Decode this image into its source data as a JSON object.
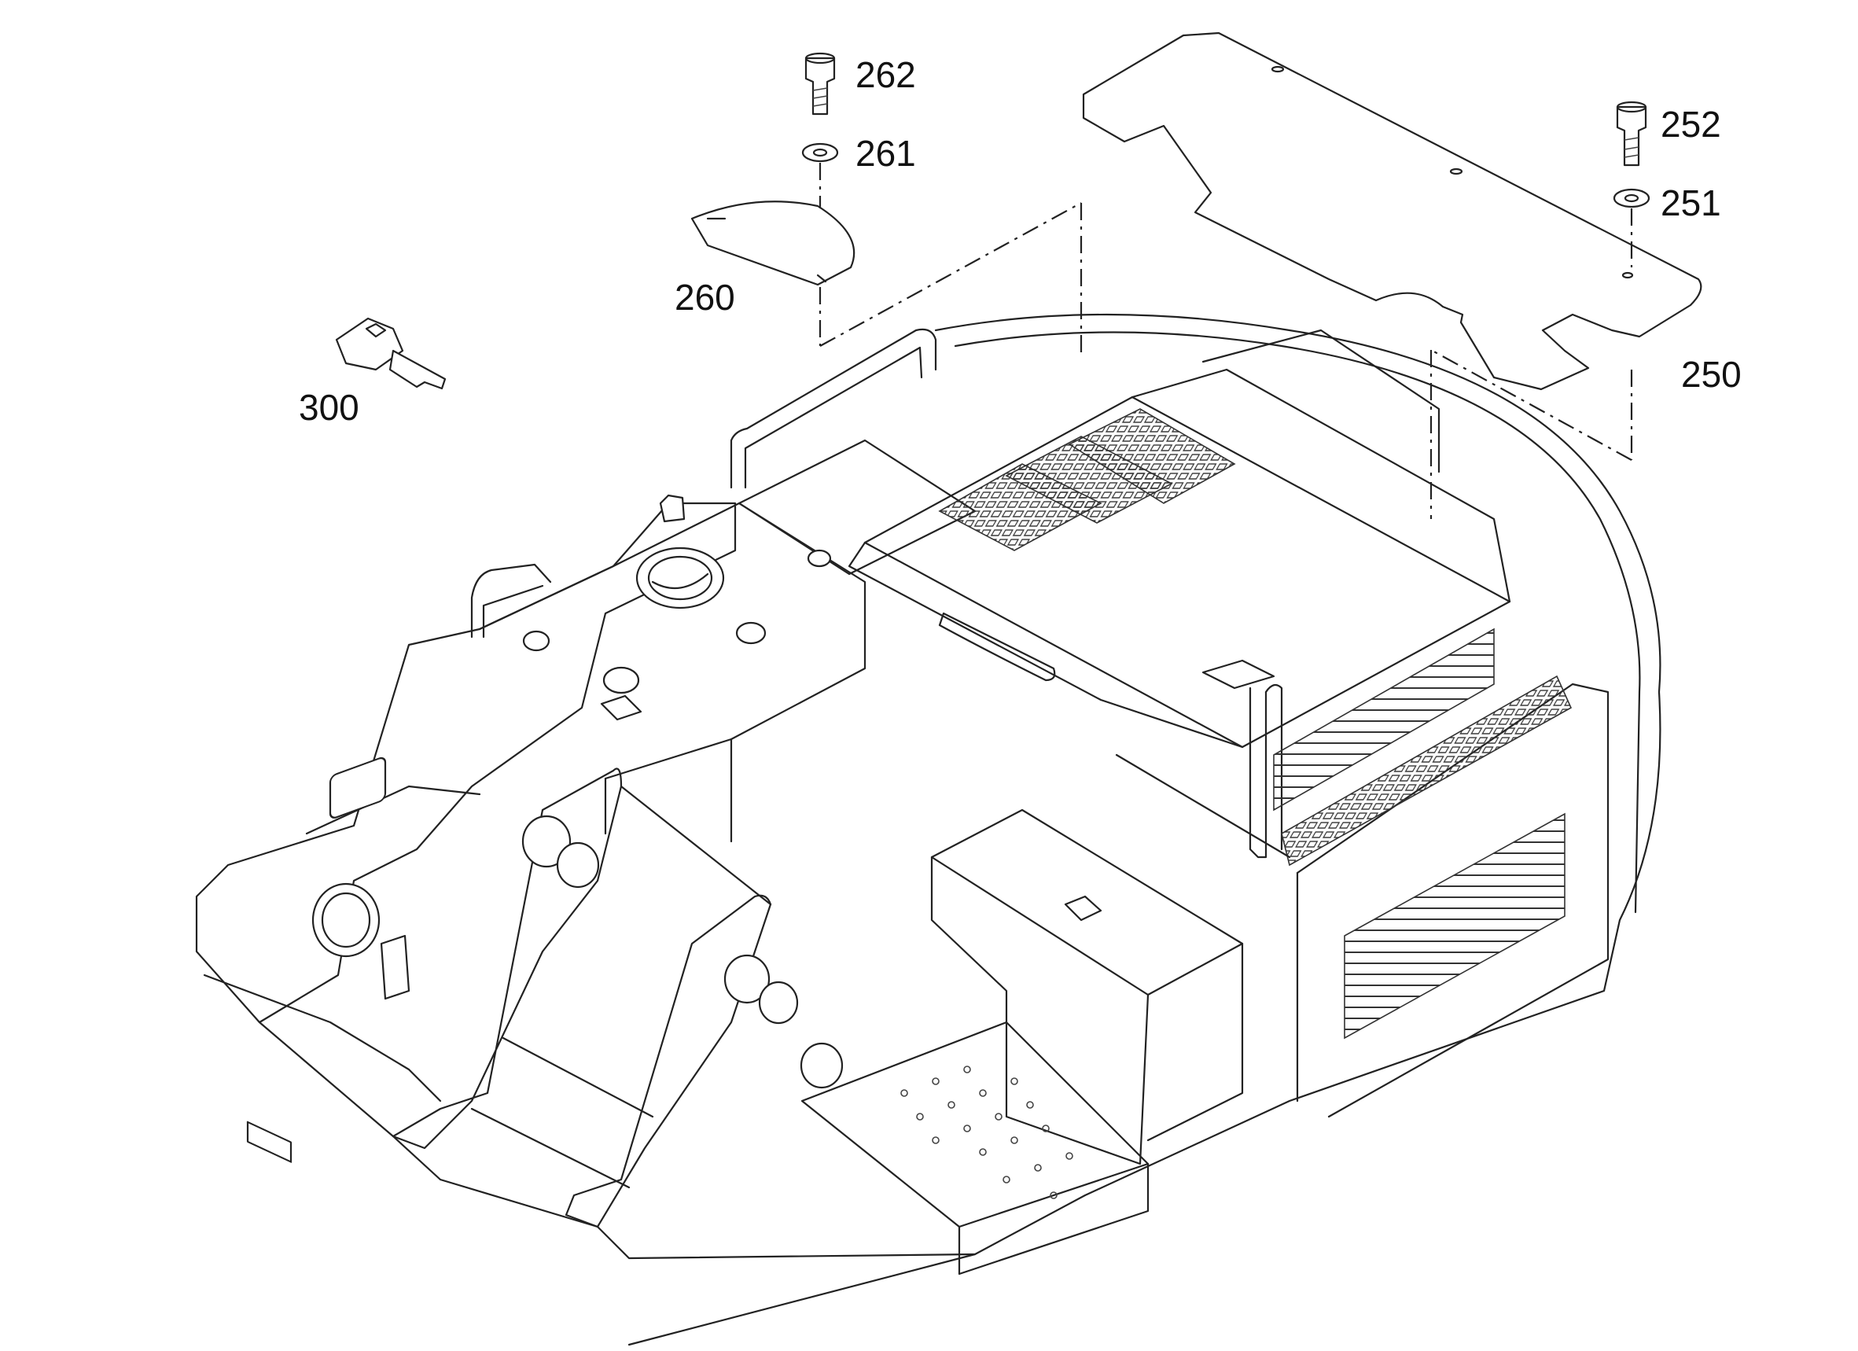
{
  "diagram": {
    "callouts": [
      {
        "id": "262",
        "text": "262",
        "part": "cap-screw"
      },
      {
        "id": "261",
        "text": "261",
        "part": "washer"
      },
      {
        "id": "260",
        "text": "260",
        "part": "cover-plate-small"
      },
      {
        "id": "252",
        "text": "252",
        "part": "cap-screw"
      },
      {
        "id": "251",
        "text": "251",
        "part": "washer"
      },
      {
        "id": "250",
        "text": "250",
        "part": "cover-plate-large"
      },
      {
        "id": "300",
        "text": "300",
        "part": "key"
      }
    ]
  }
}
